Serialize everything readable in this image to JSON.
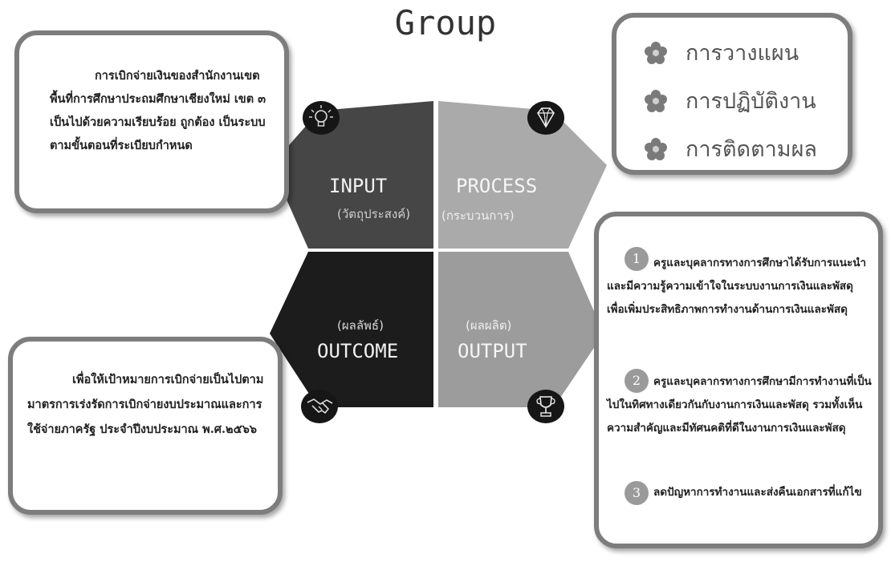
{
  "title": "Group",
  "quadrants": {
    "input": {
      "label": "INPUT",
      "sublabel": "(วัตถุประสงค์)",
      "icon": "lightbulb-icon",
      "color": "#464646"
    },
    "process": {
      "label": "PROCESS",
      "sublabel": "(กระบวนการ)",
      "icon": "diamond-icon",
      "color": "#aaaaaa"
    },
    "outcome": {
      "label": "OUTCOME",
      "sublabel": "(ผลลัพธ์)",
      "icon": "handshake-icon",
      "color": "#1c1c1c"
    },
    "output": {
      "label": "OUTPUT",
      "sublabel": "(ผลผลิต)",
      "icon": "trophy-icon",
      "color": "#9c9c9c"
    }
  },
  "input_box": {
    "text": "การเบิกจ่ายเงินของสำนักงานเขตพื้นที่การศึกษาประถมศึกษาเชียงใหม่ เขต ๓ เป็นไปด้วยความเรียบร้อย ถูกต้อง เป็นระบบตามขั้นตอนที่ระเบียบกำหนด"
  },
  "outcome_box": {
    "text": "เพื่อให้เป้าหมายการเบิกจ่ายเป็นไปตามมาตรการเร่งรัดการเบิกจ่ายงบประมาณและการใช้จ่ายภาครัฐ ประจำปีงบประมาณ พ.ศ.๒๕๖๖"
  },
  "process_box": {
    "items": [
      "การวางแผน",
      "การปฏิบัติงาน",
      "การติดตามผล"
    ],
    "icon": "flower-icon"
  },
  "output_box": {
    "items": [
      {
        "num": "1",
        "text": "ครูและบุคลากรทางการศึกษาได้รับการแนะนำ และมีความรู้ความเข้าใจในระบบงานการเงินและพัสดุ เพื่อเพิ่มประสิทธิภาพการทำงานด้านการเงินและพัสดุ"
      },
      {
        "num": "2",
        "text": "ครูและบุคลากรทางการศึกษามีการทำงานที่เป็นไปในทิศทางเดียวกันกับงานการเงินและพัสดุ รวมทั้งเห็นความสำคัญและมีทัศนคติที่ดีในงานการเงินและพัสดุ"
      },
      {
        "num": "3",
        "text": "ลดปัญหาการทำงานและส่งคืนเอกสารที่แก้ไข"
      }
    ]
  }
}
